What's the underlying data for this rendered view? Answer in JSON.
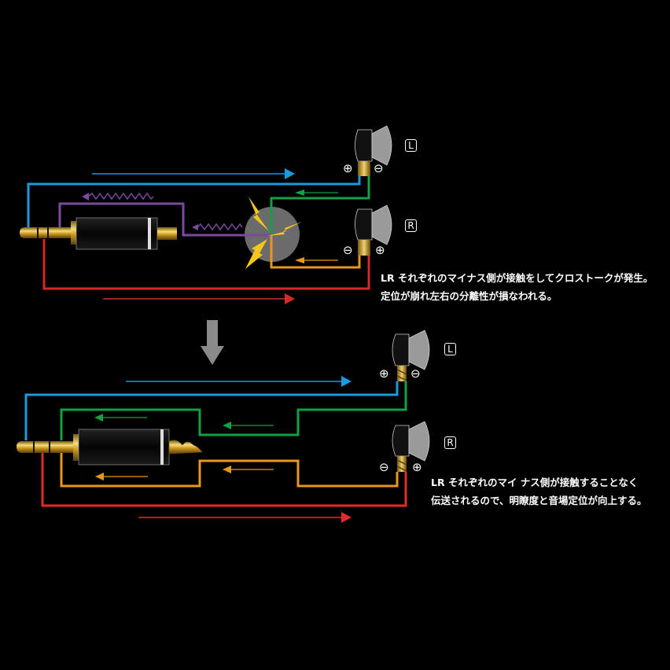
{
  "colors": {
    "left_plus": "#1a9be0",
    "left_minus": "#12a045",
    "right_minus": "#e8961e",
    "right_plus": "#d42a2a",
    "crosstalk": "#7a4aa0",
    "spark": "#f5c518",
    "arrow": "#8a8a8a"
  },
  "top": {
    "caption_line1": "LR それぞれのマイナス側が接触をしてクロストークが発生。",
    "caption_line2": "定位が崩れ左右の分離性が損なわれる。",
    "left_label": "L",
    "right_label": "R",
    "plus": "⊕",
    "minus": "⊖"
  },
  "bottom": {
    "caption_line1": "LR それぞれのマイ ナス側が接触することなく",
    "caption_line2": "伝送されるので、明瞭度と音場定位が向上する。",
    "left_label": "L",
    "right_label": "R",
    "plus": "⊕",
    "minus": "⊖"
  }
}
